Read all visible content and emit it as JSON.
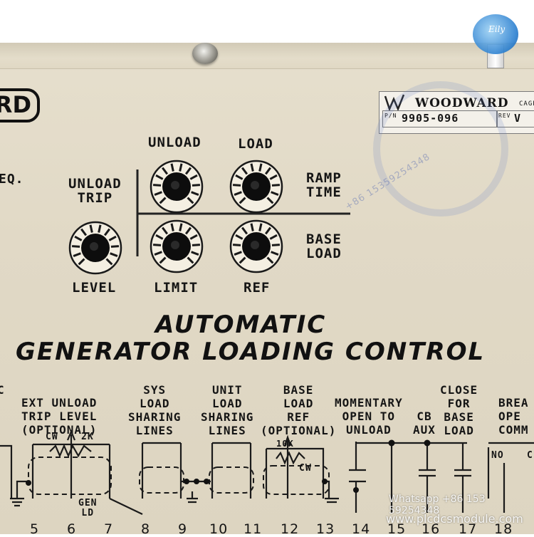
{
  "panel": {
    "brand_fragment": "RD",
    "fragment_left": "EQ.",
    "section_title_line1": "AUTOMATIC",
    "section_title_line2": "GENERATOR LOADING CONTROL"
  },
  "nameplate": {
    "brand": "WOODWARD",
    "cage_label": "CAGE",
    "pn_label": "P/N",
    "part_number": "9905-096",
    "rev_label": "REV",
    "rev_value": "V"
  },
  "knobs": {
    "unload_trip": {
      "top_label": "UNLOAD\nTRIP",
      "bottom_label": "LEVEL"
    },
    "unload": {
      "top_label": "UNLOAD"
    },
    "load": {
      "top_label": "LOAD"
    },
    "limit": {
      "bottom_label": "LIMIT"
    },
    "ref": {
      "bottom_label": "REF"
    }
  },
  "side_labels": {
    "ramp_time": "RAMP\nTIME",
    "base_load": "BASE\nLOAD"
  },
  "terminal_groups": [
    {
      "label": "C"
    },
    {
      "label": "EXT UNLOAD\nTRIP LEVEL\n(OPTIONAL)"
    },
    {
      "label": "SYS\nLOAD\nSHARING\nLINES"
    },
    {
      "label": "UNIT\nLOAD\nSHARING\nLINES"
    },
    {
      "label": "BASE\nLOAD\nREF\n(OPTIONAL)"
    },
    {
      "label": "MOMENTARY\nOPEN TO\nUNLOAD"
    },
    {
      "label": "CB\nAUX"
    },
    {
      "label": "CLOSE\nFOR\nBASE\nLOAD"
    },
    {
      "label": "BREA\nOPE\nCOMM"
    }
  ],
  "schematic_text": {
    "cw1": "CW",
    "r2k": "2K",
    "gen_ld": "GEN\nLD",
    "r10k": "10K",
    "cw2": "CW",
    "no": "NO",
    "c": "C"
  },
  "terminal_numbers": [
    "5",
    "6",
    "7",
    "8",
    "9",
    "10",
    "11",
    "12",
    "13",
    "14",
    "15",
    "16",
    "17",
    "18"
  ],
  "watermarks": {
    "corner_logo": "Eily",
    "diagonal": "+86 15359254348",
    "whatsapp": "Whatsapp +86 153 59254348",
    "website": "www.plcdcsmodule.com"
  }
}
